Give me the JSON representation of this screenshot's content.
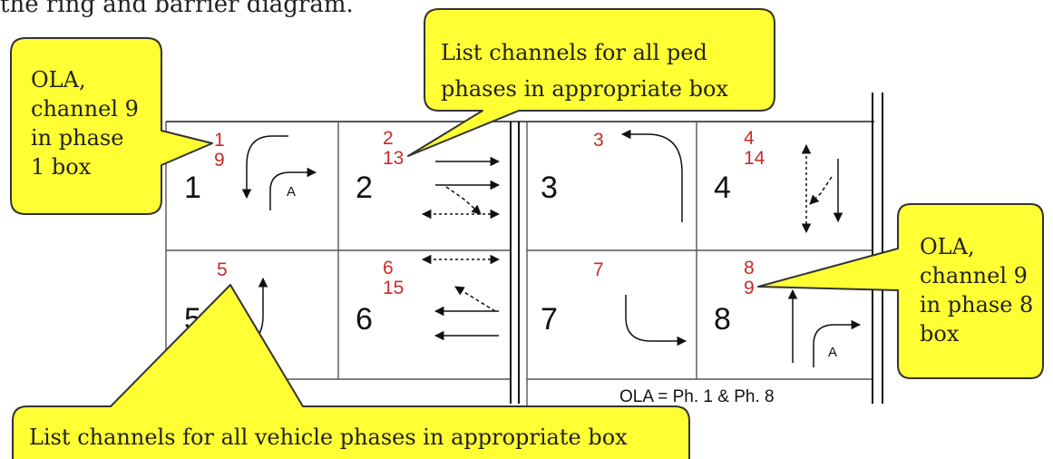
{
  "header_text": "the ring and barrier diagram.",
  "phases": [
    {
      "number": "1",
      "channels": [
        "1",
        "9"
      ]
    },
    {
      "number": "2",
      "channels": [
        "2",
        "13"
      ]
    },
    {
      "number": "3",
      "channels": [
        "3"
      ]
    },
    {
      "number": "4",
      "channels": [
        "4",
        "14"
      ]
    },
    {
      "number": "5",
      "channels": [
        "5"
      ]
    },
    {
      "number": "6",
      "channels": [
        "6",
        "15"
      ]
    },
    {
      "number": "7",
      "channels": [
        "7"
      ]
    },
    {
      "number": "8",
      "channels": [
        "8",
        "9"
      ]
    }
  ],
  "overlap_letter": "A",
  "ola_note": "OLA = Ph. 1 & Ph. 8",
  "callouts": {
    "ola_phase1": [
      "OLA,",
      "channel 9",
      "in phase",
      "1 box"
    ],
    "ped_phases": [
      "List channels for all ped",
      "phases in appropriate box"
    ],
    "ola_phase8": [
      "OLA,",
      "channel 9",
      "in phase 8",
      "box"
    ],
    "vehicle_phases": [
      "List channels for all vehicle phases in appropriate box"
    ]
  },
  "colors": {
    "callout_fill": "#ffff33",
    "callout_stroke": "#333333",
    "channel_red": "#cc2a2a",
    "grid_line": "#555555"
  }
}
